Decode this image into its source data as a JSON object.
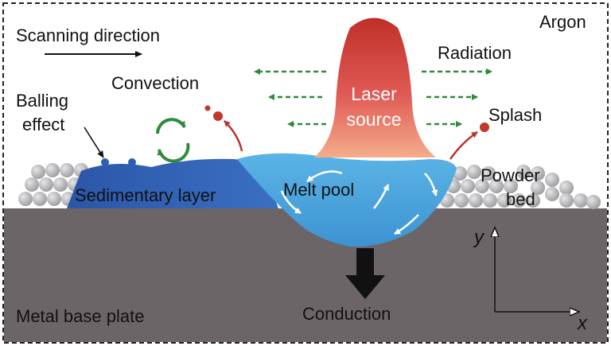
{
  "labels": {
    "argon": "Argon",
    "scanning_direction": "Scanning direction",
    "radiation": "Radiation",
    "convection": "Convection",
    "balling_effect_line1": "Balling",
    "balling_effect_line2": "effect",
    "laser_source_line1": "Laser",
    "laser_source_line2": "source",
    "splash": "Splash",
    "powder_bed_line1": "Powder",
    "powder_bed_line2": "bed",
    "sedimentary_layer": "Sedimentary layer",
    "melt_pool": "Melt pool",
    "metal_base_plate": "Metal base plate",
    "conduction": "Conduction",
    "axis_y": "y",
    "axis_x": "x"
  },
  "colors": {
    "base_plate": "#6c6567",
    "melt_pool": "#4aa3dc",
    "sedimentary_layer": "#2e5fb3",
    "laser_top": "#c8352b",
    "laser_bottom": "#f3a98a",
    "radiation_arrow": "#2e8b3a",
    "splash": "#c0392b",
    "powder": "#b9b9bb"
  }
}
